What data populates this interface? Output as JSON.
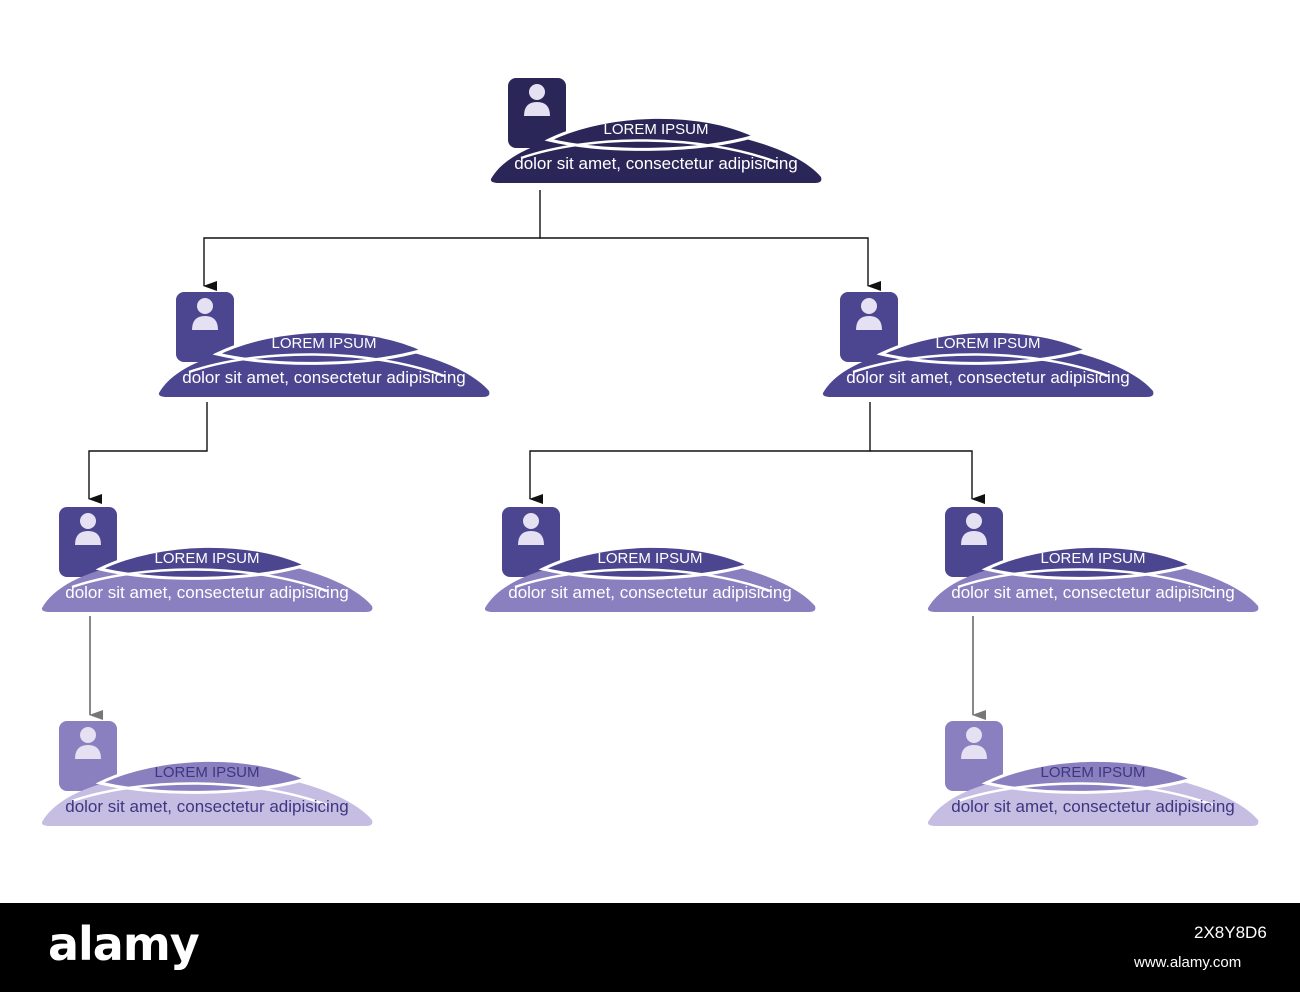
{
  "colors": {
    "background": "#ffffff",
    "connector": "#111111",
    "connector_light": "#777777",
    "level1_body": "#2b2658",
    "level2_body": "#4c4590",
    "level3_body": "#8a7fbf",
    "level4_body": "#c6bde2",
    "footer_bg": "#000000"
  },
  "org_chart": {
    "icon": "person-icon",
    "nodes": [
      {
        "id": "root",
        "level": 1,
        "title": "LOREM IPSUM",
        "description": "dolor sit amet, consectetur adipisicing"
      },
      {
        "id": "left-manager",
        "level": 2,
        "parent": "root",
        "title": "LOREM IPSUM",
        "description": "dolor sit amet, consectetur adipisicing"
      },
      {
        "id": "right-manager",
        "level": 2,
        "parent": "root",
        "title": "LOREM IPSUM",
        "description": "dolor sit amet, consectetur adipisicing"
      },
      {
        "id": "left-staff",
        "level": 3,
        "parent": "left-manager",
        "title": "LOREM IPSUM",
        "description": "dolor sit amet, consectetur adipisicing"
      },
      {
        "id": "middle-staff",
        "level": 3,
        "parent": "right-manager",
        "title": "LOREM IPSUM",
        "description": "dolor sit amet, consectetur adipisicing"
      },
      {
        "id": "right-staff",
        "level": 3,
        "parent": "right-manager",
        "title": "LOREM IPSUM",
        "description": "dolor sit amet, consectetur adipisicing"
      },
      {
        "id": "left-junior",
        "level": 4,
        "parent": "left-staff",
        "title": "LOREM IPSUM",
        "description": "dolor sit amet, consectetur adipisicing"
      },
      {
        "id": "right-junior",
        "level": 4,
        "parent": "right-staff",
        "title": "LOREM IPSUM",
        "description": "dolor sit amet, consectetur adipisicing"
      }
    ]
  },
  "footer": {
    "logo_text": "alamy",
    "image_id": "2X8Y8D6",
    "site": "www.alamy.com"
  }
}
